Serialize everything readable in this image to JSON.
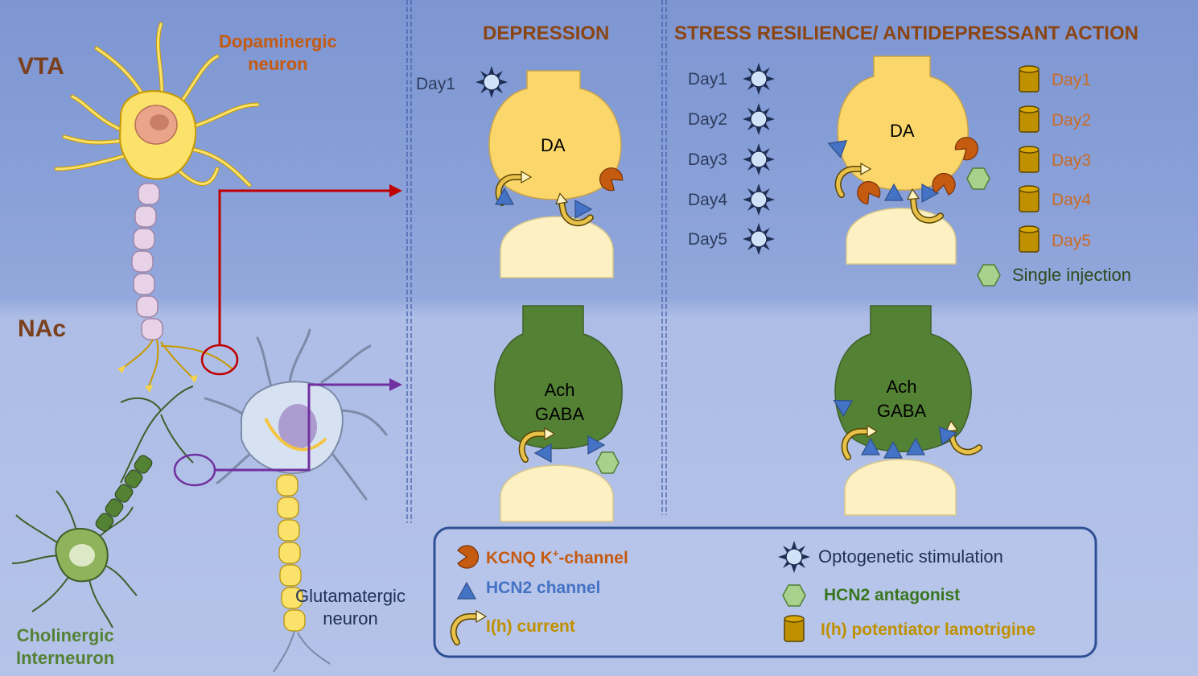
{
  "regions": {
    "vta": "VTA",
    "nac": "NAc"
  },
  "neurons": {
    "dopaminergic": [
      "Dopaminergic",
      "neuron"
    ],
    "glutamatergic": [
      "Glutamatergic",
      "neuron"
    ],
    "cholinergic": [
      "Cholinergic",
      "Interneuron"
    ]
  },
  "panels": {
    "depression": {
      "title": "DEPRESSION",
      "day": "Day1",
      "top_terminal": "DA",
      "bottom_terminal": [
        "Ach",
        "GABA"
      ]
    },
    "resilience": {
      "title": "STRESS RESILIENCE/ ANTIDEPRESSANT ACTION",
      "stim_days": [
        "Day1",
        "Day2",
        "Day3",
        "Day4",
        "Day5"
      ],
      "drug_days": [
        "Day1",
        "Day2",
        "Day3",
        "Day4",
        "Day5"
      ],
      "single_injection": "Single injection",
      "top_terminal": "DA",
      "bottom_terminal": [
        "Ach",
        "GABA"
      ]
    }
  },
  "legend": {
    "kcnq": {
      "prefix": "KCNQ K",
      "sup": "+",
      "suffix": "-channel",
      "color": "#c55a11"
    },
    "hcn2": {
      "label": "HCN2 channel",
      "color": "#4472c4"
    },
    "ih": {
      "label": "I(h) current",
      "color": "#c9a227"
    },
    "opto": {
      "label": "Optogenetic stimulation",
      "color": "#1f2f55"
    },
    "antagonist": {
      "label": "HCN2 antagonist",
      "color": "#38761d"
    },
    "potentiator": {
      "label": "I(h) potentiator lamotrigine",
      "color": "#c9a227"
    }
  },
  "colors": {
    "da_terminal": "#fbd76b",
    "gaba_terminal": "#548235",
    "postsynaptic": "#fdf0c2",
    "kcnq": "#c55a11",
    "hcn2": "#4472c4",
    "antagonist": "#a9d18e",
    "lamotrigine": "#bf9000",
    "dopaminergic_arrow": "#c00000",
    "glutamatergic_arrow": "#7030a0"
  }
}
